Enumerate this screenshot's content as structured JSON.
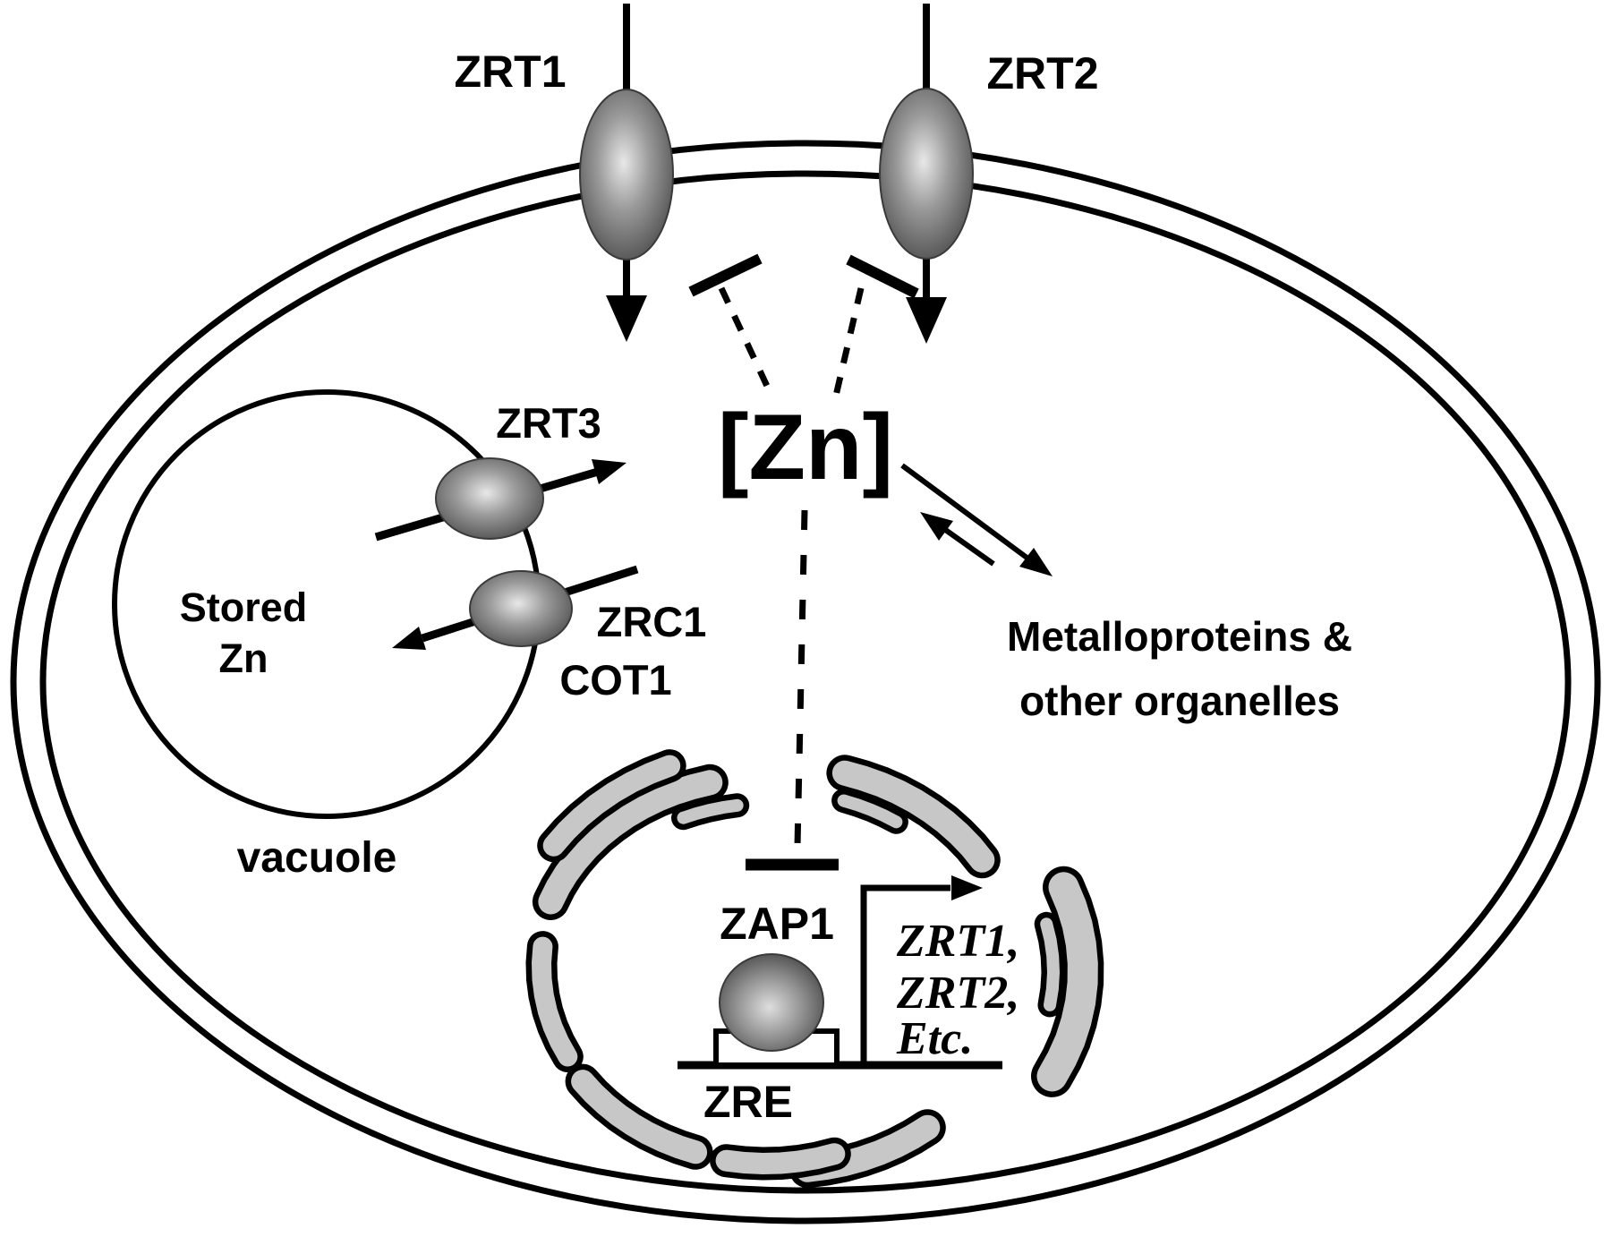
{
  "figure": {
    "description": "Zinc homeostasis in a yeast cell",
    "colors": {
      "background": "#ffffff",
      "line": "#000000",
      "organelle_gray": "#c7c7c7",
      "protein_gray_light": "#e8e8e8",
      "protein_gray_mid": "#9a9a9a",
      "protein_gray_dark": "#4f4f4f"
    }
  },
  "plasma_membrane": {
    "zrt1_label": "ZRT1",
    "zrt2_label": "ZRT2"
  },
  "cytosol": {
    "zinc_pool_label": "[Zn]",
    "metalloproteins_line1": "Metalloproteins &",
    "metalloproteins_line2": "other organelles"
  },
  "vacuole": {
    "label": "vacuole",
    "stored_zn_line1": "Stored",
    "stored_zn_line2": "Zn",
    "zrt3_label": "ZRT3",
    "zrc1_label": "ZRC1",
    "cot1_label": "COT1"
  },
  "nucleus": {
    "zap1_label": "ZAP1",
    "zre_label": "ZRE",
    "target_genes": [
      "ZRT1,",
      "ZRT2,",
      "Etc."
    ]
  }
}
